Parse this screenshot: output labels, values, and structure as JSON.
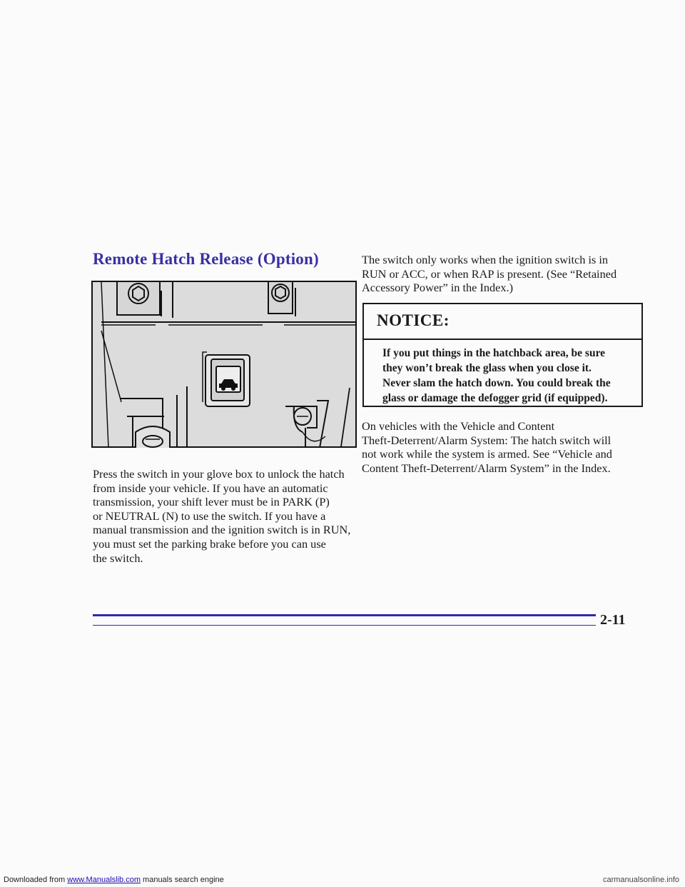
{
  "section_heading": "Remote Hatch Release (Option)",
  "left_paragraph": "Press the switch in your glove box to unlock the hatch\nfrom inside your vehicle. If you have an automatic\ntransmission, your shift lever must be in PARK (P)\nor NEUTRAL (N) to use the switch. If you have a\nmanual transmission and the ignition switch is in RUN,\nyou must set the parking brake before you can use\nthe switch.",
  "right_paragraph_1": "The switch only works when the ignition switch is in\nRUN or ACC, or when RAP is present. (See “Retained\nAccessory Power” in the Index.)",
  "notice": {
    "title": "NOTICE:",
    "body": "If you put things in the hatchback area, be sure\nthey won’t break the glass when you close it.\nNever slam the hatch down. You could break the\nglass or damage the defogger grid (if equipped)."
  },
  "right_paragraph_2": "On vehicles with the Vehicle and Content\nTheft-Deterrent/Alarm System: The hatch switch will\nnot work while the system is armed. See “Vehicle and\nContent Theft-Deterrent/Alarm System” in the Index.",
  "page_number": "2-11",
  "footer": {
    "prefix": "Downloaded from ",
    "link_text": "www.Manualslib.com",
    "suffix": " manuals search engine",
    "watermark": "carmanualsonline.info"
  },
  "colors": {
    "heading": "#3a2fa3",
    "rule_blue": "#2b2aa8"
  },
  "illustration_icon": "hatch-release-switch-icon"
}
